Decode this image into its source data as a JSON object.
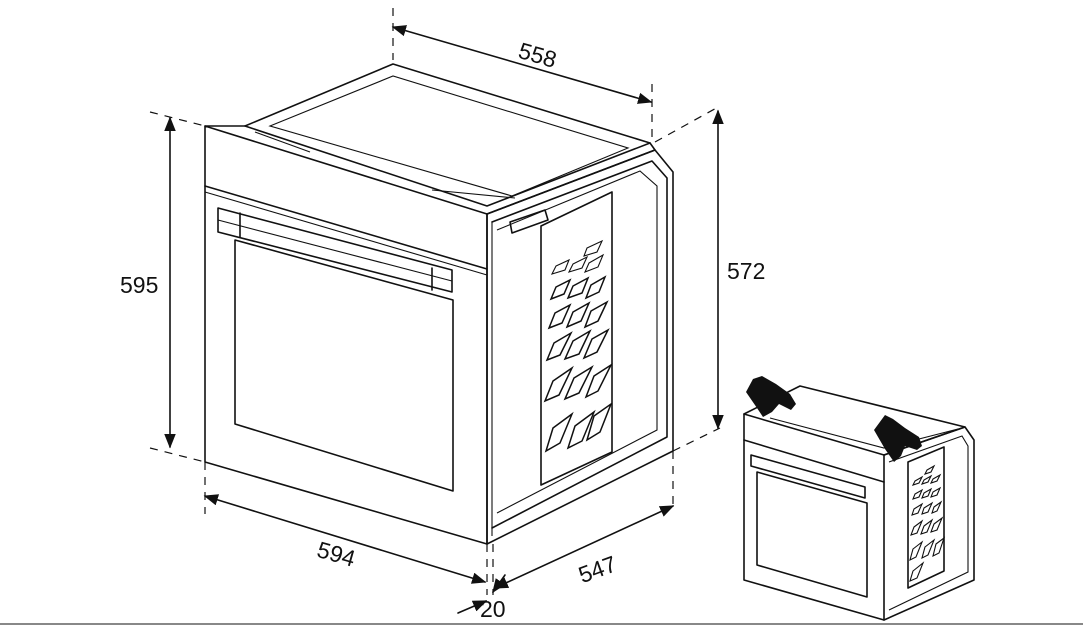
{
  "dimensions": {
    "top_depth": "558",
    "height_front": "595",
    "height_side": "572",
    "width_front": "594",
    "depth_side": "547",
    "offset": "20"
  },
  "colors": {
    "line": "#111111",
    "background": "#ffffff",
    "hand": "#111111"
  },
  "icons": [
    "arrow-head",
    "hand-lift-icon"
  ]
}
